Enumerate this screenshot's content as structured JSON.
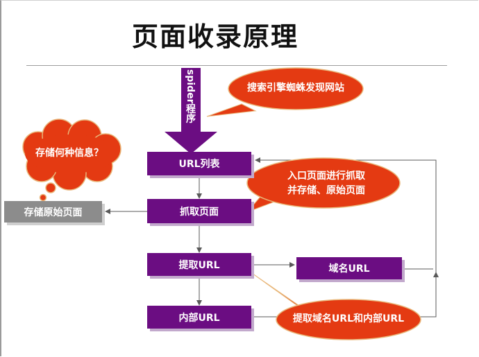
{
  "title": "页面收录原理",
  "spider_label": "spider程序",
  "boxes": {
    "url_list": "URL列表",
    "fetch_page": "抓取页面",
    "extract_url": "提取URL",
    "internal_url": "内部URL",
    "domain_url": "域名URL",
    "store_raw": "存储原始页面"
  },
  "callouts": {
    "search_engine": "搜索引擎蜘蛛发现网站",
    "entry_line1": "入口页面进行抓取",
    "entry_line2": "并存储、原始页面",
    "extract_note": "提取域名URL和内部URL",
    "thought": "存储何种信息？"
  },
  "colors": {
    "box_purple": "#6b0d82",
    "box_gray": "#8c8c8c",
    "callout_red": "#e43a12",
    "connector": "#5a5a5a"
  }
}
